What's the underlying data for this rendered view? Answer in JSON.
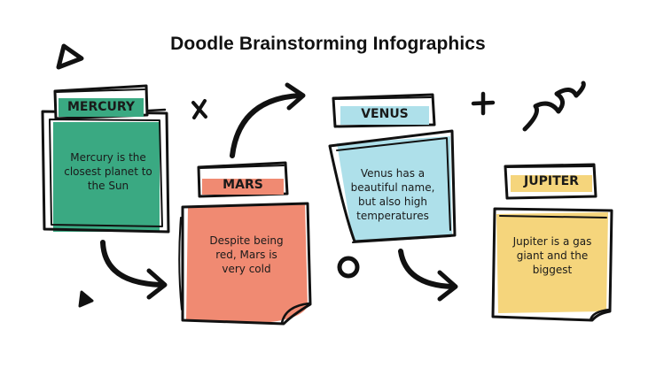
{
  "title": "Doodle Brainstorming Infographics",
  "colors": {
    "mercury": "#3aa982",
    "mars": "#f08a72",
    "venus": "#aee0ea",
    "jupiter": "#f5d57c",
    "ink": "#111111"
  },
  "planets": [
    {
      "name": "MERCURY",
      "text": "Mercury is the closest planet to the Sun"
    },
    {
      "name": "MARS",
      "text": "Despite being red, Mars is very cold"
    },
    {
      "name": "VENUS",
      "text": "Venus has a beautiful name, but also high temperatures"
    },
    {
      "name": "JUPITER",
      "text": "Jupiter is a gas giant and the biggest"
    }
  ]
}
